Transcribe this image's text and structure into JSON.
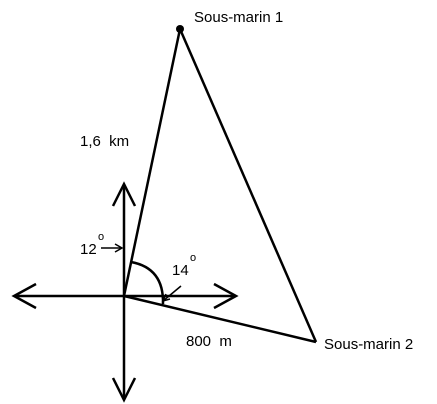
{
  "labels": {
    "submarine1": "Sous-marin 1",
    "submarine2": "Sous-marin 2",
    "distance1": "1,6  km",
    "distance2": "800  m",
    "angle1_value": "12",
    "angle2_value": "14",
    "degree_symbol": "o"
  },
  "colors": {
    "line": "#000000",
    "background": "#ffffff"
  }
}
